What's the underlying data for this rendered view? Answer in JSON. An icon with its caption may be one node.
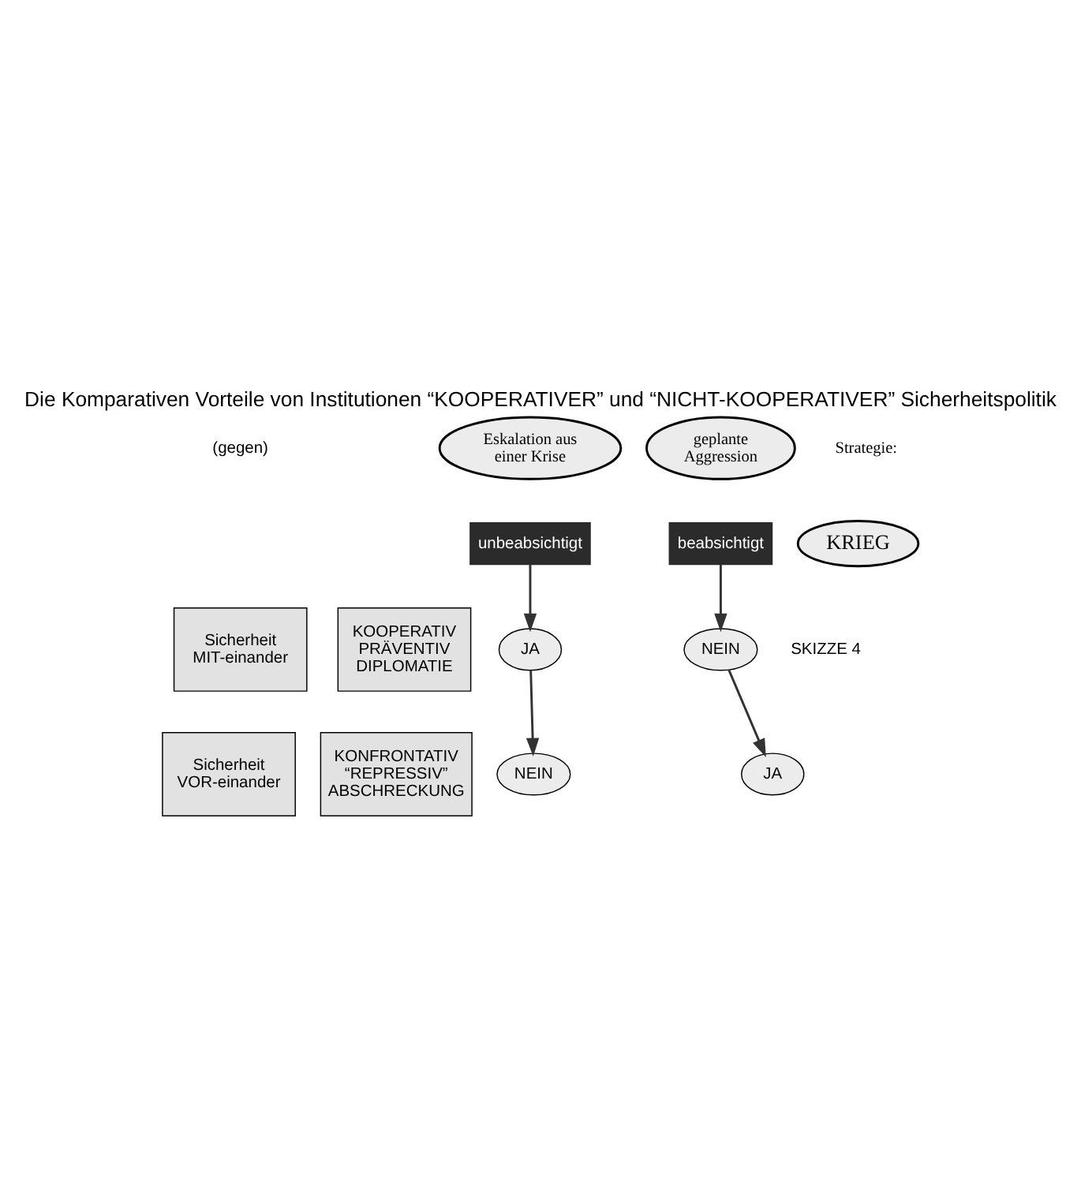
{
  "diagram": {
    "title": "Die Komparativen Vorteile von Institutionen “KOOPERATIVER” und “NICHT-KOOPERATIVER” Sicherheitspolitik",
    "nodes": [
      {
        "text": [
          "Eskalation aus einer Krise"
        ]
      },
      {
        "text": [
          "unbeabsichtigt"
        ]
      },
      {
        "text": [
          "geplante Aggression"
        ]
      },
      {
        "text": [
          "beabsichtigt"
        ]
      },
      {
        "text": [
          "KRIEG"
        ]
      },
      {
        "text": [
          "Sicherheit MIT-einander"
        ]
      },
      {
        "text": [
          "KOOPERATIV PRÄVENTIV DIPLOMATIE"
        ]
      },
      {
        "text": [
          "JA"
        ]
      },
      {
        "text": [
          "NEIN"
        ]
      },
      {
        "text": [
          "Sicherheit VOR-einander"
        ]
      },
      {
        "text": [
          "KONFRONTATIV “REPRESSIV” ABSCHRECKUNG"
        ]
      },
      {
        "text": [
          "NEIN"
        ]
      },
      {
        "text": [
          "JA"
        ]
      }
    ],
    "edges": [
      {
        "from": 1,
        "to": 7,
        "arrow": "to"
      },
      {
        "from": 7,
        "to": 11,
        "arrow": "to"
      },
      {
        "from": 3,
        "to": 8,
        "arrow": "to"
      },
      {
        "from": 8,
        "to": 12,
        "arrow": "to"
      }
    ],
    "labels": [
      "Strategie:",
      "(gegen)",
      "SKIZZE 4"
    ]
  }
}
